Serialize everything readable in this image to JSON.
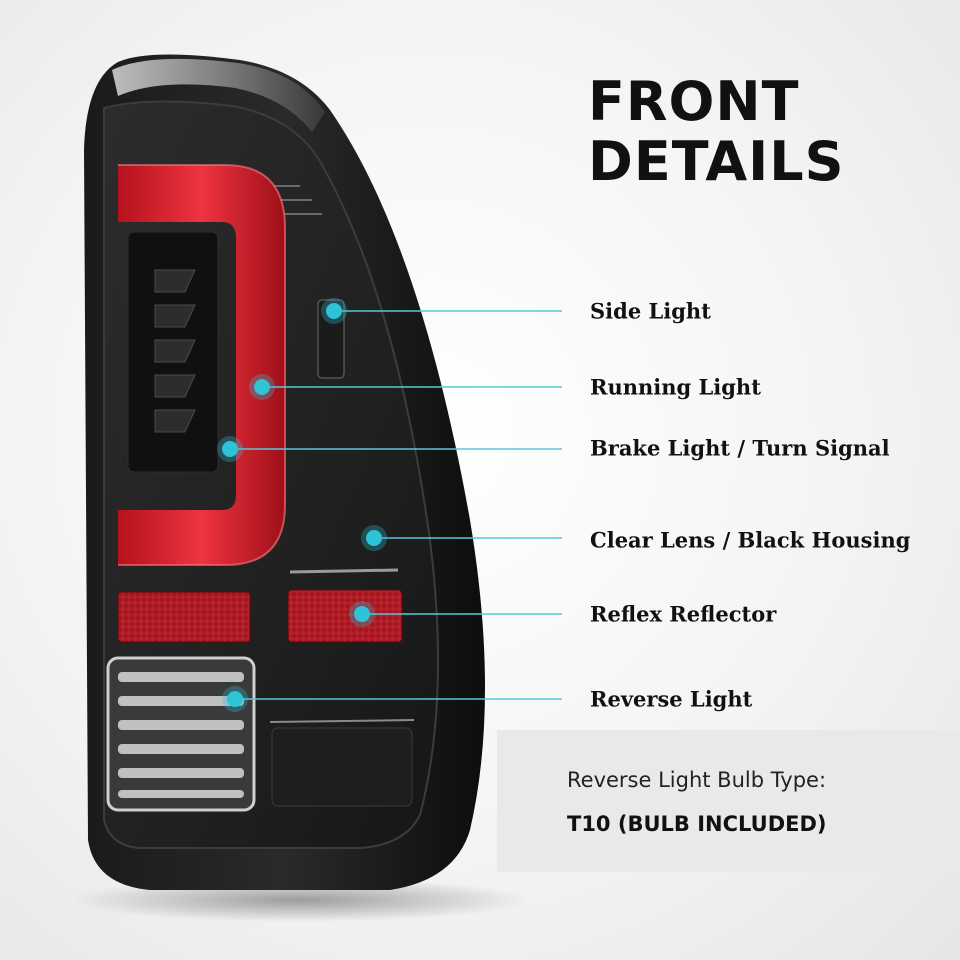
{
  "header": {
    "title_line1": "FRONT",
    "title_line2": "DETAILS"
  },
  "callouts": [
    {
      "id": "side-light",
      "label": "Side Light"
    },
    {
      "id": "running-light",
      "label": "Running Light"
    },
    {
      "id": "brake-light",
      "label": "Brake Light / Turn Signal"
    },
    {
      "id": "clear-lens",
      "label": "Clear Lens / Black Housing"
    },
    {
      "id": "reflex-reflector",
      "label": "Reflex Reflector"
    },
    {
      "id": "reverse-light",
      "label": "Reverse Light"
    }
  ],
  "info": {
    "caption": "Reverse Light Bulb Type:",
    "value": "T10 (BULB INCLUDED)"
  },
  "colors": {
    "accent_dot": "#2ec3d6",
    "leader_line": "#58c7d8",
    "light_bar_red": "#d8222e",
    "reflector_red": "#a3161f",
    "housing_black": "#151515"
  }
}
